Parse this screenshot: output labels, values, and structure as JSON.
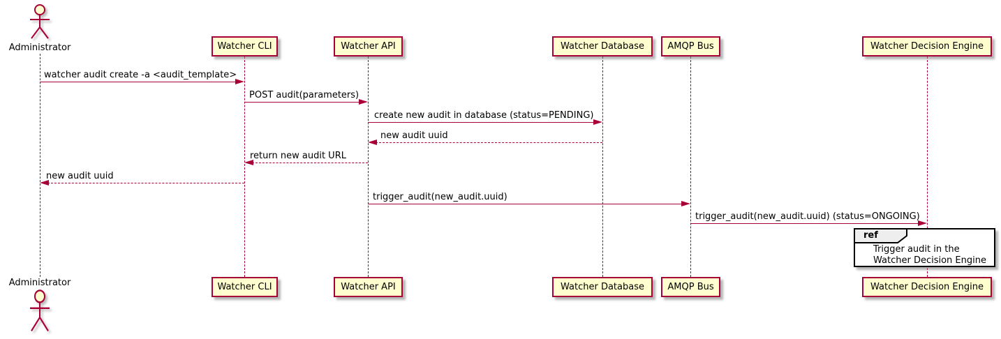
{
  "colors": {
    "participant_fill": "#FEFECE",
    "participant_border": "#A80036",
    "arrow_line": "#A80036",
    "lifeline": "#A80036",
    "ref_border": "#000000",
    "ref_header_fill": "#EEEEEE",
    "text": "#000000",
    "background": "#FFFFFF"
  },
  "participants": [
    {
      "id": "administrator",
      "type": "actor",
      "label": "Administrator"
    },
    {
      "id": "watcher-cli",
      "type": "participant",
      "label": "Watcher CLI"
    },
    {
      "id": "watcher-api",
      "type": "participant",
      "label": "Watcher API"
    },
    {
      "id": "watcher-database",
      "type": "participant",
      "label": "Watcher Database"
    },
    {
      "id": "amqp-bus",
      "type": "participant",
      "label": "AMQP Bus"
    },
    {
      "id": "watcher-decision-engine",
      "type": "participant",
      "label": "Watcher Decision Engine"
    }
  ],
  "messages": [
    {
      "from": "Administrator",
      "to": "Watcher CLI",
      "style": "solid",
      "label": "watcher audit create -a <audit_template>"
    },
    {
      "from": "Watcher CLI",
      "to": "Watcher API",
      "style": "solid",
      "label": "POST audit(parameters)"
    },
    {
      "from": "Watcher API",
      "to": "Watcher Database",
      "style": "solid",
      "label": "create new audit in database (status=PENDING)"
    },
    {
      "from": "Watcher Database",
      "to": "Watcher API",
      "style": "dashed",
      "label": "new audit uuid"
    },
    {
      "from": "Watcher API",
      "to": "Watcher CLI",
      "style": "dashed",
      "label": "return new audit URL"
    },
    {
      "from": "Watcher CLI",
      "to": "Administrator",
      "style": "dashed",
      "label": "new audit uuid"
    },
    {
      "from": "Watcher API",
      "to": "AMQP Bus",
      "style": "solid",
      "label": "trigger_audit(new_audit.uuid)"
    },
    {
      "from": "AMQP Bus",
      "to": "Watcher Decision Engine",
      "style": "solid",
      "label": "trigger_audit(new_audit.uuid) (status=ONGOING)"
    }
  ],
  "ref_fragment": {
    "keyword": "ref",
    "line1": "Trigger audit in the",
    "line2": "Watcher Decision Engine"
  }
}
